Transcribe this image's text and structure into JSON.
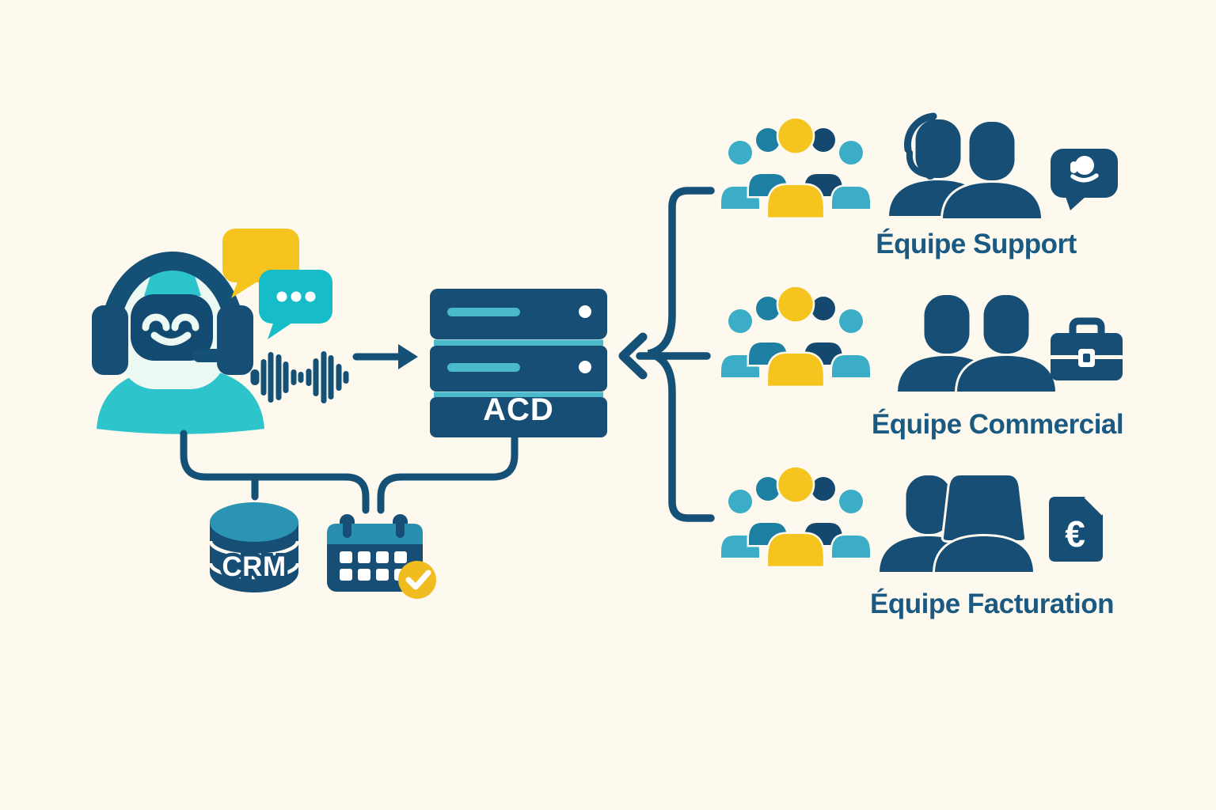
{
  "diagram": {
    "description": "Flux de routage d'appels: voicebot IA vers serveur ACD vers équipes",
    "colors": {
      "background": "#fdf9ef",
      "navy": "#174e75",
      "navy_deep": "#134a72",
      "line_navy": "#155077",
      "crowd_navy": "#15486e",
      "teal": "#2ec4cb",
      "teal_bubble": "#16bdc9",
      "teal_server": "#4ab9ca",
      "teal_light": "#3badc6",
      "teal_mid": "#1d7fa2",
      "crm_top": "#2b94b3",
      "calendar_header": "#2a8fae",
      "yellow": "#f5c41f",
      "badge_yellow": "#f0bc20",
      "robot_face": "#ecf8f2",
      "label_navy": "#1a5a82"
    }
  },
  "acd": {
    "label": "ACD"
  },
  "crm": {
    "label": "CRM"
  },
  "invoice": {
    "currency_symbol": "€"
  },
  "teams": [
    {
      "label": "Équipe Support",
      "icon": "support-chat-bubble-icon"
    },
    {
      "label": "Équipe Commercial",
      "icon": "briefcase-icon"
    },
    {
      "label": "Équipe Facturation",
      "icon": "euro-invoice-icon"
    }
  ],
  "icons": {
    "left": [
      "robot-voicebot-icon",
      "chat-bubble-yellow-icon",
      "chat-bubble-typing-icon",
      "voice-waveform-icon",
      "arrow-right-icon"
    ],
    "center": [
      "acd-server-icon",
      "crm-database-icon",
      "calendar-check-icon"
    ],
    "right": [
      "merge-arrow-left-icon",
      "team-crowd-icon",
      "agents-pair-icon"
    ]
  }
}
